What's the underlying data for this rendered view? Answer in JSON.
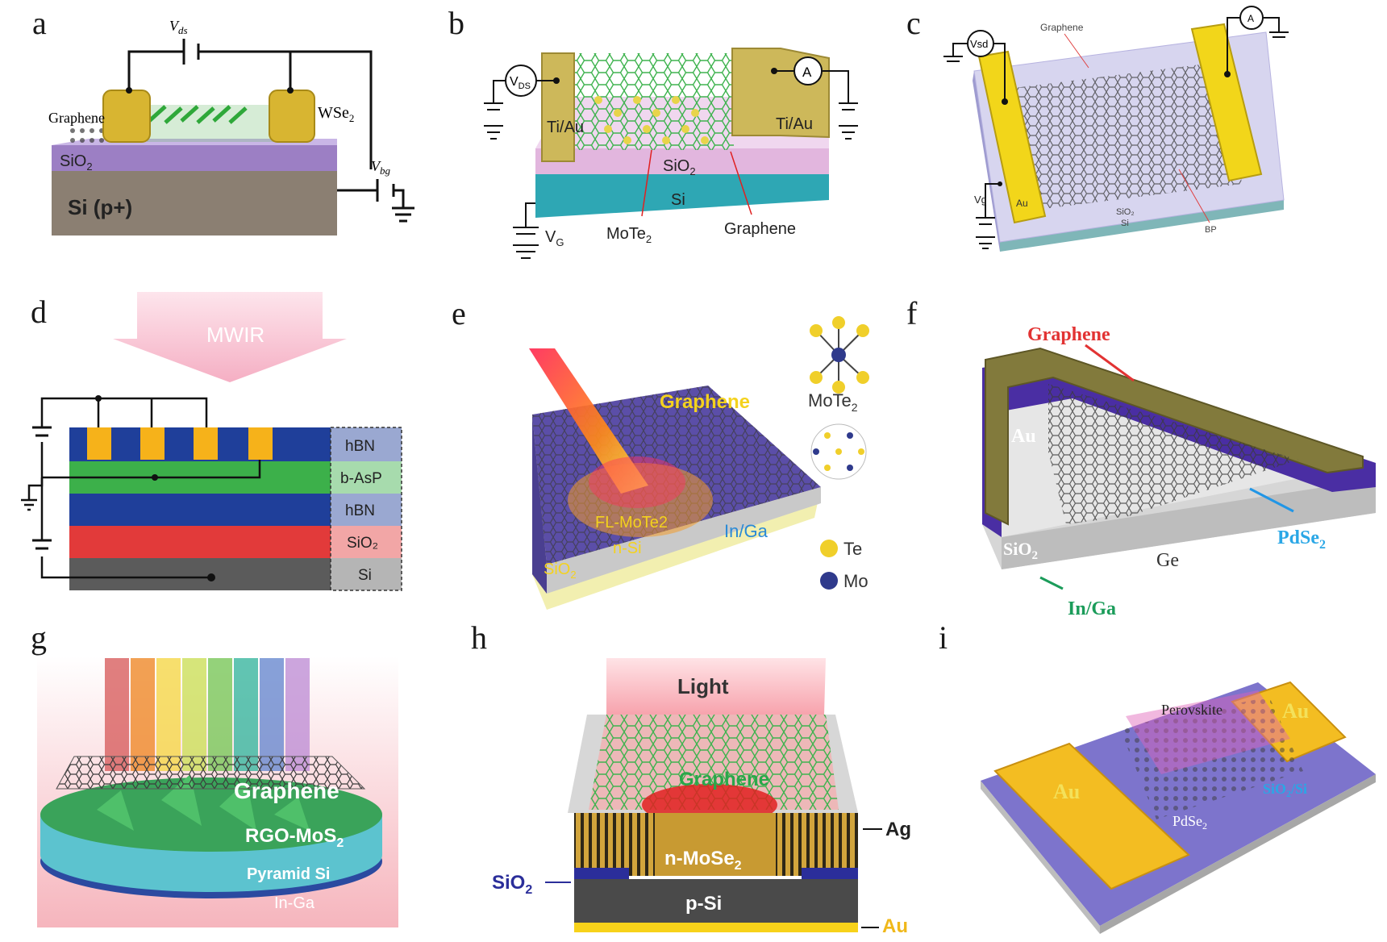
{
  "panels": {
    "a": {
      "letter": "a",
      "vds": "V",
      "vds_sub": "ds",
      "graphene": "Graphene",
      "wse": "WSe",
      "wse_sub": "2",
      "sio": "SiO",
      "sio_sub": "2",
      "si": "Si (p+)",
      "vbg": "V",
      "vbg_sub": "bg"
    },
    "b": {
      "letter": "b",
      "vds": "V",
      "vds_sub": "DS",
      "amm": "A",
      "tiau_left": "Ti/Au",
      "tiau_right": "Ti/Au",
      "sio": "SiO",
      "sio_sub": "2",
      "si": "Si",
      "vg": "V",
      "vg_sub": "G",
      "mote": "MoTe",
      "mote_sub": "2",
      "graphene": "Graphene"
    },
    "c": {
      "letter": "c",
      "vsd": "Vsd",
      "amm": "A",
      "graphene": "Graphene",
      "vg": "Vg",
      "au": "Au",
      "sio": "SiO₂",
      "si": "Si",
      "bp": "BP"
    },
    "d": {
      "letter": "d",
      "mwir": "MWIR",
      "layers": [
        "hBN",
        "b-AsP",
        "hBN",
        "SiO₂",
        "Si"
      ]
    },
    "e": {
      "letter": "e",
      "graphene": "Graphene",
      "mote": "MoTe",
      "mote_sub": "2",
      "flmote": "FL-MoTe2",
      "nsi": "n-Si",
      "inga": "In/Ga",
      "sio": "SiO",
      "sio_sub": "2",
      "te": "Te",
      "mo": "Mo"
    },
    "f": {
      "letter": "f",
      "graphene": "Graphene",
      "au": "Au",
      "sio": "SiO",
      "sio_sub": "2",
      "ge": "Ge",
      "pdse": "PdSe",
      "pdse_sub": "2",
      "inga": "In/Ga"
    },
    "g": {
      "letter": "g",
      "graphene": "Graphene",
      "rgo": "RGO-MoS",
      "rgo_sub": "2",
      "pyramid": "Pyramid Si",
      "inga": "In-Ga"
    },
    "h": {
      "letter": "h",
      "light": "Light",
      "graphene": "Graphene",
      "ag": "Ag",
      "sio": "SiO",
      "sio_sub": "2",
      "nmose": "n-MoSe",
      "nmose_sub": "2",
      "psi": "p-Si",
      "au": "Au"
    },
    "i": {
      "letter": "i",
      "perovskite": "Perovskite",
      "au_right": "Au",
      "au_left": "Au",
      "sio": "SiO",
      "sio_sub": "2",
      "sio_tail": "/Si",
      "pdse": "PdSe",
      "pdse_sub": "2"
    }
  },
  "colors": {
    "gold": "#d9c96a",
    "au_yellow": "#f2c21a",
    "sio_purple": "#8f86c8",
    "si_teal": "#2e9fae",
    "hbn_blue": "#1f3f9a",
    "asp_green": "#3cb04a",
    "sio_red": "#e23a3a",
    "si_gray": "#5b5b5b",
    "mwir_pink": "#f7b7c8",
    "ge_gray": "#c9c9c9"
  }
}
